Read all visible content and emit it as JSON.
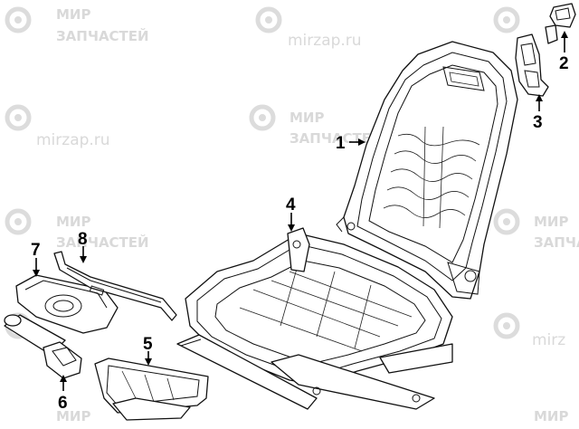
{
  "watermark": {
    "brand_line1": "МИР",
    "brand_line2": "ЗАПЧАСТЕЙ",
    "url": "mirzap.ru",
    "url_short": "mirz",
    "color": "#d9d9d9"
  },
  "callouts": {
    "c1": "1",
    "c2": "2",
    "c3": "3",
    "c4": "4",
    "c5": "5",
    "c6": "6",
    "c7": "7",
    "c8": "8"
  },
  "colors": {
    "line": "#111111",
    "background": "#ffffff"
  }
}
